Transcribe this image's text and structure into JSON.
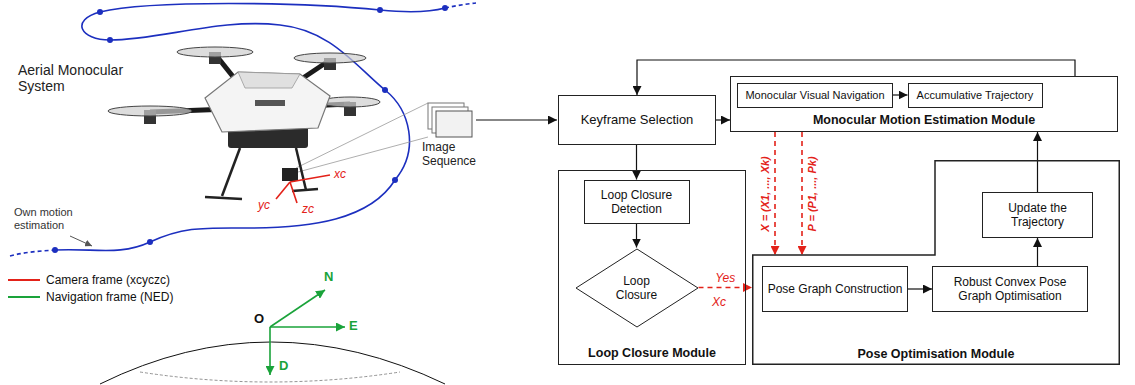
{
  "diagram": {
    "nodes": [
      {
        "text": [
          "Keyframe Selection"
        ]
      },
      {
        "text": [
          "Monocular Motion Estimation Module"
        ]
      },
      {
        "text": [
          "Monocular Visual Navigation"
        ],
        "in": 1
      },
      {
        "text": [
          "Accumulative Trajectory"
        ],
        "in": 1
      },
      {
        "text": [
          "Loop Closure Module"
        ]
      },
      {
        "text": [
          "Loop Closure Detection"
        ],
        "in": 4
      },
      {
        "text": [
          "Loop Closure"
        ],
        "in": 4
      },
      {
        "text": [
          "Pose Optimisation Module"
        ]
      },
      {
        "text": [
          "Update the Trajectory"
        ],
        "in": 7
      },
      {
        "text": [
          "Pose Graph Construction"
        ],
        "in": 7
      },
      {
        "text": [
          "Robust Convex Pose Graph Optimisation"
        ],
        "in": 7
      }
    ],
    "edges": [
      {
        "from": 0,
        "to": 1,
        "arrow": "to"
      },
      {
        "from": 2,
        "to": 3,
        "arrow": "to"
      },
      {
        "from": 1,
        "to": 0,
        "arrow": "to"
      },
      {
        "from": 0,
        "to": 5,
        "arrow": "to"
      },
      {
        "from": 5,
        "to": 6,
        "arrow": "to"
      },
      {
        "from": 6,
        "to": 7,
        "label": "Yes",
        "arrow": "to"
      },
      {
        "from": 1,
        "to": 7,
        "label": "X = (X1, ..., Xk)",
        "arrow": "to"
      },
      {
        "from": 1,
        "to": 7,
        "label": "P = (P1, ..., Pk)",
        "arrow": "to"
      },
      {
        "from": 9,
        "to": 10,
        "arrow": "to"
      },
      {
        "from": 10,
        "to": 8,
        "arrow": "to"
      },
      {
        "from": 8,
        "to": 1,
        "arrow": "to"
      }
    ],
    "labels": [
      "Aerial Monocular System",
      "Own motion estimation",
      "xc",
      "yc",
      "zc",
      "Image Sequence",
      "Xc",
      "O",
      "N",
      "E",
      "D"
    ],
    "legend": [
      {
        "text": "Camera frame (xcyczc)"
      },
      {
        "text": "Navigation frame (NED)"
      }
    ]
  }
}
